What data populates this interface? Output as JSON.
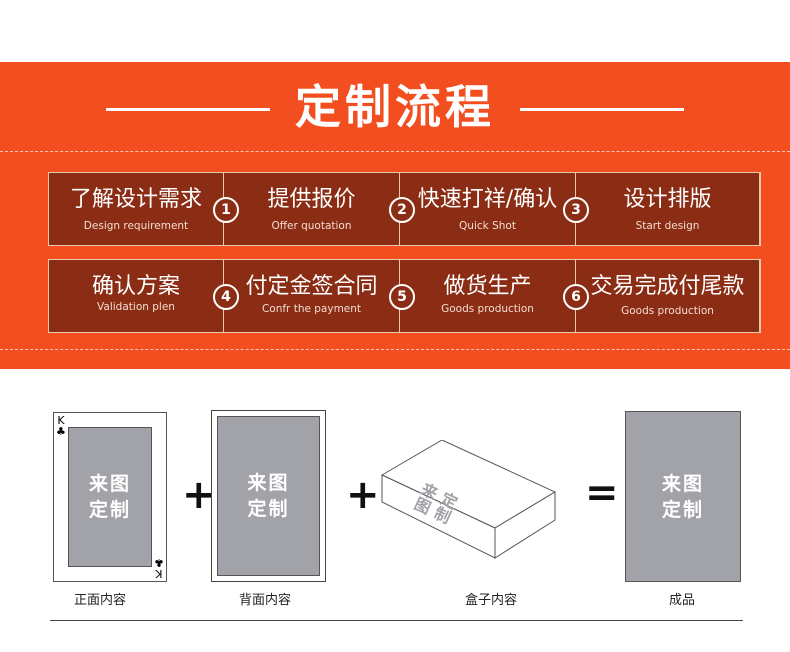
{
  "banner": {
    "title": "定制流程",
    "steps": [
      {
        "num": "1",
        "cn": "了解设计需求",
        "en": "Design requirement"
      },
      {
        "num": "2",
        "cn": "提供报价",
        "en": "Offer quotation"
      },
      {
        "num": "3",
        "cn": "快速打祥/确认",
        "en": "Quick Shot"
      },
      {
        "num": "",
        "cn": "设计排版",
        "en": "Start design"
      },
      {
        "num": "4",
        "cn": "确认方案",
        "en": "Validation plen"
      },
      {
        "num": "5",
        "cn": "付定金签合同",
        "en": "Confr the payment"
      },
      {
        "num": "6",
        "cn": "做货生产",
        "en": "Goods production"
      },
      {
        "num": "",
        "cn": "交易完成付尾款",
        "en": "Goods production"
      }
    ]
  },
  "items": {
    "front": {
      "cover_line1": "来图",
      "cover_line2": "定制",
      "caption": "正面内容",
      "corner_rank": "K",
      "corner_suit": "♣"
    },
    "back": {
      "cover_line1": "来图",
      "cover_line2": "定制",
      "caption": "背面内容"
    },
    "box": {
      "cover_line1": "来图",
      "cover_line2": "定制",
      "caption": "盒子内容"
    },
    "product": {
      "cover_line1": "来图",
      "cover_line2": "定制",
      "caption": "成品"
    }
  },
  "operators": {
    "plus": "+",
    "equals": "="
  },
  "colors": {
    "banner": "#f24e1f",
    "step_bg": "#8b2c14",
    "placeholder_gray": "#a1a3a8"
  }
}
